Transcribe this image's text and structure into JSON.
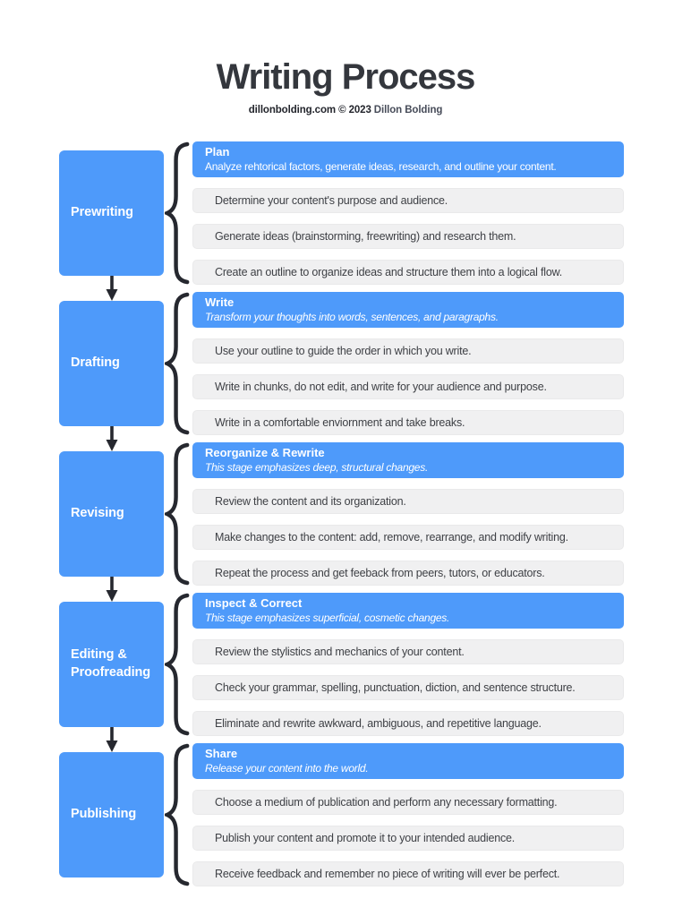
{
  "page": {
    "title": "Writing Process",
    "byline_left": "dillonbolding.com © 2023",
    "byline_right": "Dillon Bolding"
  },
  "colors": {
    "accent_blue": "#4e9afa",
    "tip_background": "#f0f0f1",
    "ink_dark": "#26282f",
    "title_text": "#34373d",
    "tip_text": "#3e4045"
  },
  "stages": [
    {
      "name": "Prewriting",
      "header": {
        "title": "Plan",
        "subtitle": "Analyze rehtorical factors, generate ideas, research, and outline your content.",
        "subtitle_italic": false
      },
      "items": [
        "Determine your content's purpose and audience.",
        "Generate ideas (brainstorming, freewriting) and research them.",
        "Create an outline to organize ideas and structure them into a logical flow."
      ]
    },
    {
      "name": "Drafting",
      "header": {
        "title": "Write",
        "subtitle": "Transform your thoughts into words, sentences, and paragraphs.",
        "subtitle_italic": true
      },
      "items": [
        "Use your outline to guide the order in which you write.",
        "Write in chunks, do not edit, and write for your audience and purpose.",
        "Write in a comfortable enviornment and take breaks."
      ]
    },
    {
      "name": "Revising",
      "header": {
        "title": "Reorganize & Rewrite",
        "subtitle": "This stage emphasizes deep, structural changes.",
        "subtitle_italic": true
      },
      "items": [
        "Review the content and its organization.",
        "Make changes to the content: add, remove, rearrange, and modify writing.",
        "Repeat the process and get feeback from peers, tutors, or educators."
      ]
    },
    {
      "name": "Editing & Proofreading",
      "header": {
        "title": "Inspect & Correct",
        "subtitle": "This stage emphasizes superficial, cosmetic changes.",
        "subtitle_italic": true
      },
      "items": [
        "Review the stylistics and mechanics of your content.",
        "Check your grammar, spelling, punctuation, diction, and sentence structure.",
        "Eliminate and rewrite awkward, ambiguous, and repetitive language."
      ]
    },
    {
      "name": "Publishing",
      "header": {
        "title": "Share",
        "subtitle": "Release your content into the world.",
        "subtitle_italic": true
      },
      "items": [
        "Choose a medium of publication and perform any necessary formatting.",
        "Publish your content and promote it to your intended audience.",
        "Receive feedback and  remember no piece of writing will ever be perfect."
      ]
    }
  ]
}
